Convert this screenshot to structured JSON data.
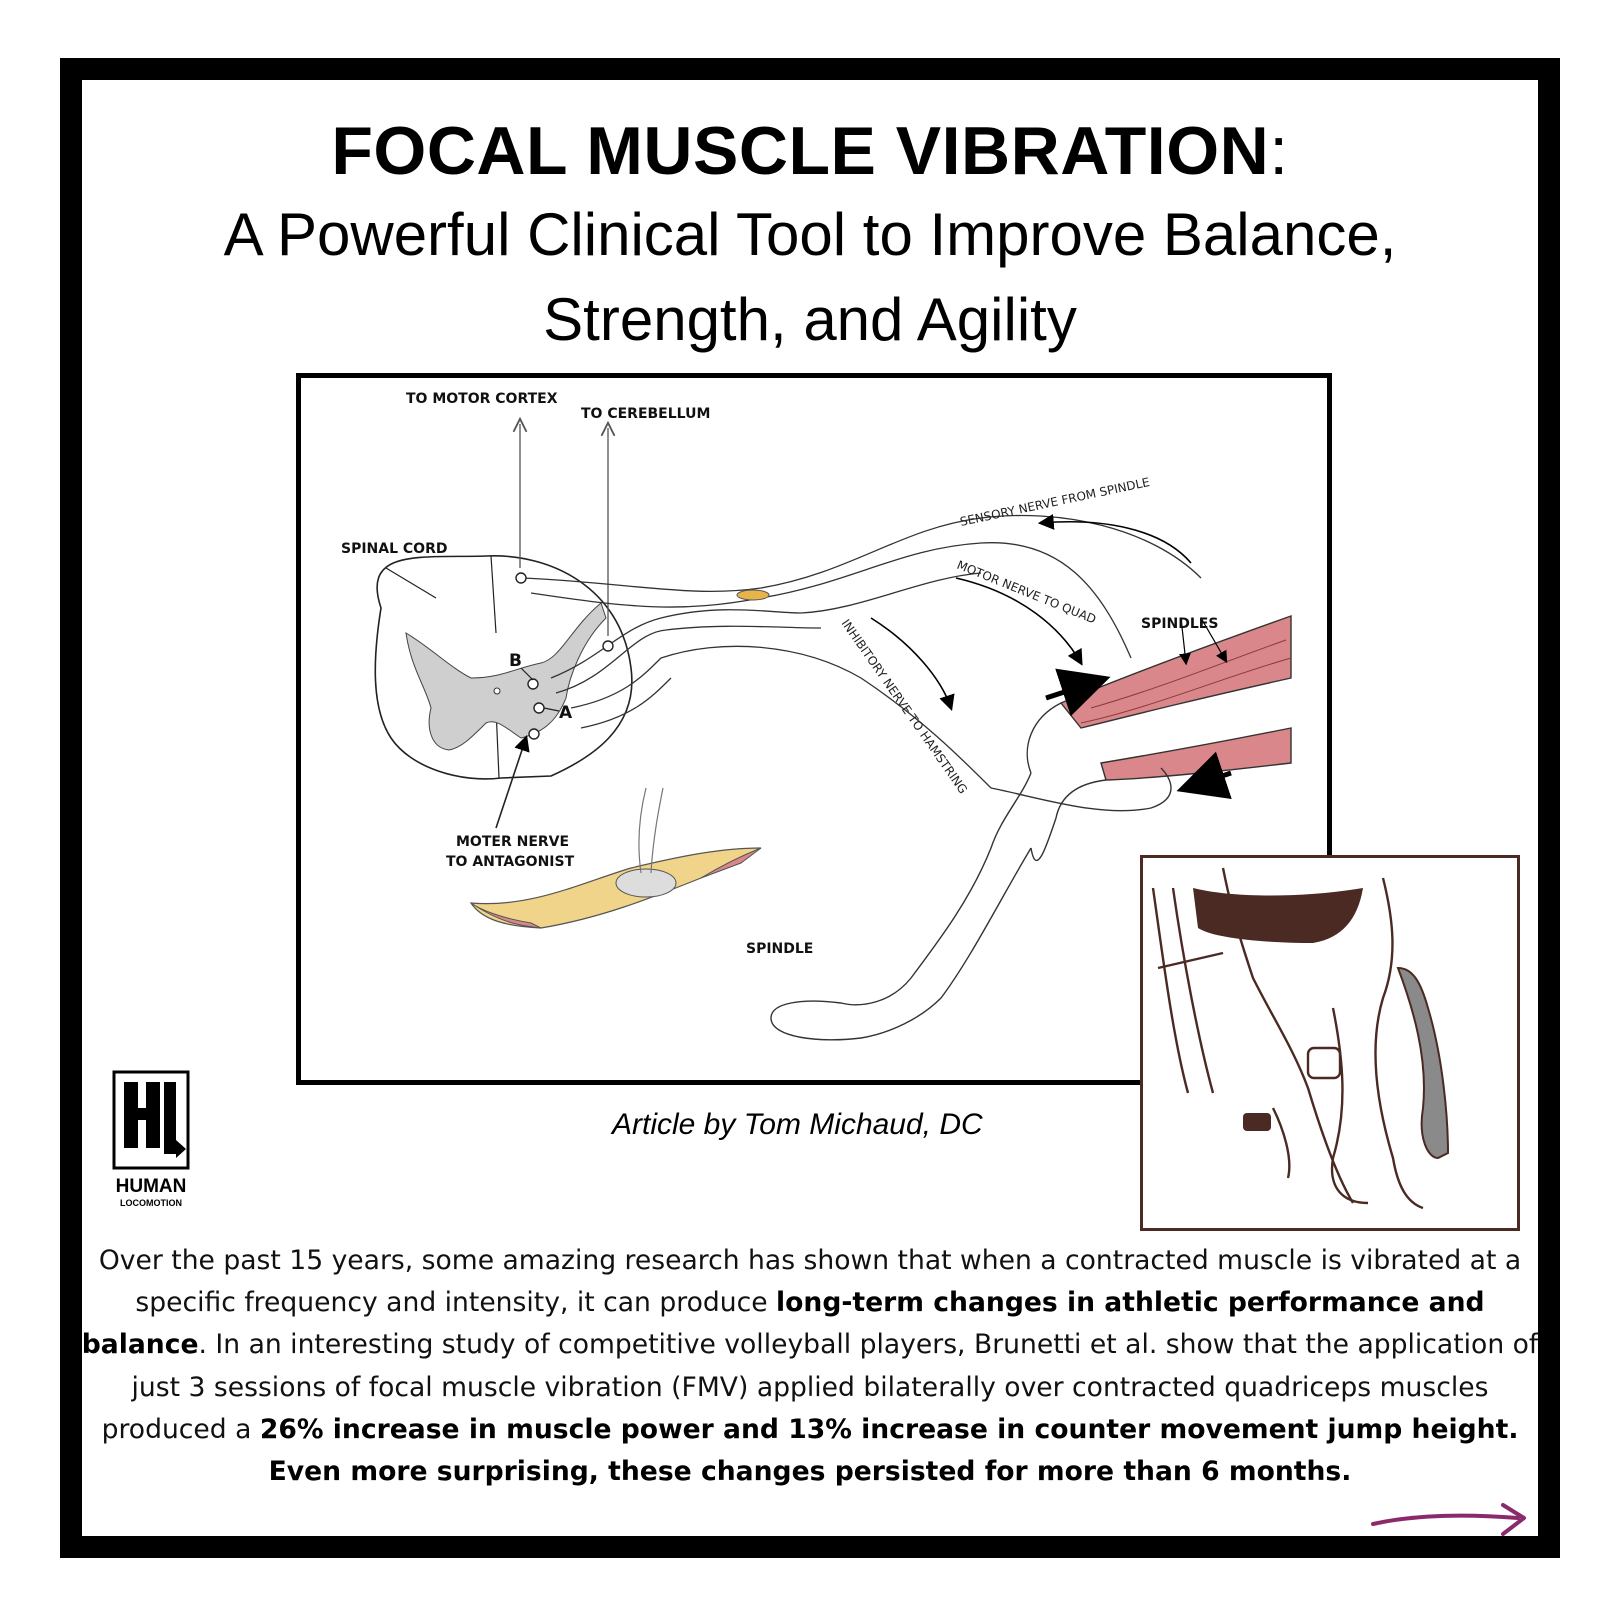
{
  "header": {
    "title_bold": "FOCAL MUSCLE VIBRATION",
    "title_colon": ":",
    "subtitle_line1": "A Powerful Clinical Tool to Improve Balance,",
    "subtitle_line2": "Strength, and Agility"
  },
  "diagram": {
    "labels": {
      "to_motor_cortex": "TO MOTOR CORTEX",
      "to_cerebellum": "TO CEREBELLUM",
      "spinal_cord": "SPINAL CORD",
      "b": "B",
      "a": "A",
      "moter_nerve_line1": "MOTER NERVE",
      "moter_nerve_line2": "TO ANTAGONIST",
      "spindle": "SPINDLE",
      "spindles": "SPINDLES",
      "sensory_nerve": "SENSORY NERVE FROM SPINDLE",
      "motor_nerve_quad": "MOTOR NERVE TO QUAD",
      "inhibitory_nerve": "INHIBITORY NERVE TO HAMSTRING"
    }
  },
  "logo": {
    "letters": "HL",
    "line1": "HUMAN",
    "line2": "LOCOMOTION"
  },
  "byline": "Article by Tom Michaud, DC",
  "body": {
    "p1": "Over the past 15 years, some amazing research has shown that when a contracted muscle is vibrated at a specific frequency and intensity, it can produce ",
    "b1": "long-term changes in athletic performance and balance",
    "p2": ". In an interesting study of competitive volleyball players, Brunetti et al.  show that the application of just 3 sessions of focal muscle vibration (FMV) applied bilaterally over contracted quadriceps muscles produced a ",
    "b2": "26% increase in muscle power and 13% increase in counter movement jump height. Even more surprising, these changes persisted for more than 6 months."
  },
  "colors": {
    "frame": "#000000",
    "muscle": "#d9878a",
    "arrow": "#8a2a6a",
    "inset_stroke": "#4a2a22"
  }
}
